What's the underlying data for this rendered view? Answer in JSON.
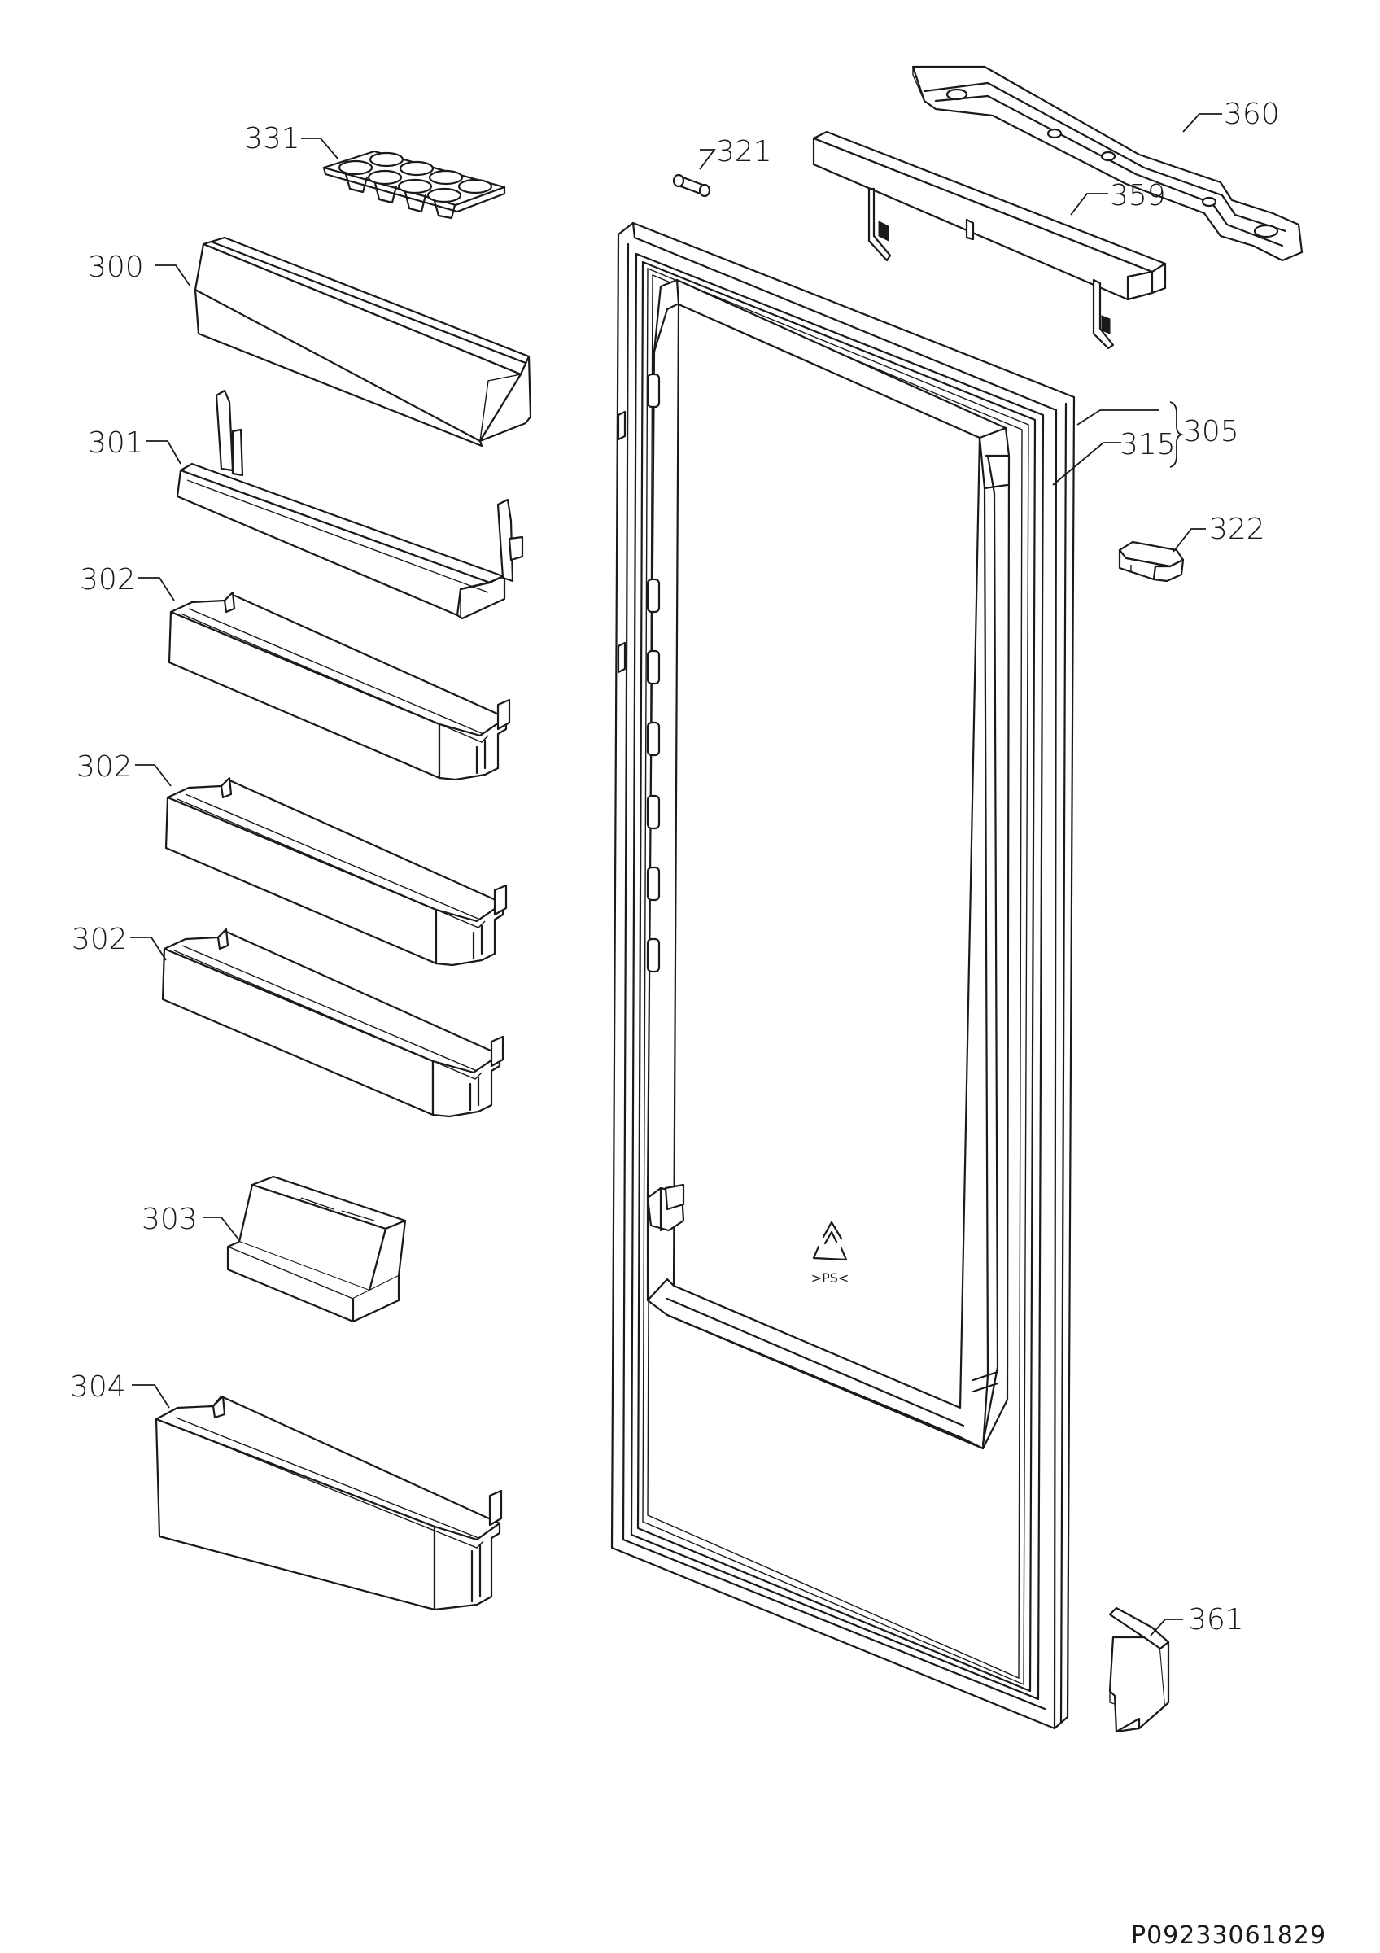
{
  "diagram": {
    "reference_code": "P09233061829",
    "parts": [
      {
        "number": "331"
      },
      {
        "number": "300"
      },
      {
        "number": "301"
      },
      {
        "number": "302"
      },
      {
        "number": "302"
      },
      {
        "number": "302"
      },
      {
        "number": "303"
      },
      {
        "number": "304"
      },
      {
        "number": "321"
      },
      {
        "number": "359"
      },
      {
        "number": "360"
      },
      {
        "number": "305"
      },
      {
        "number": "315"
      },
      {
        "number": "322"
      },
      {
        "number": "361"
      }
    ]
  }
}
